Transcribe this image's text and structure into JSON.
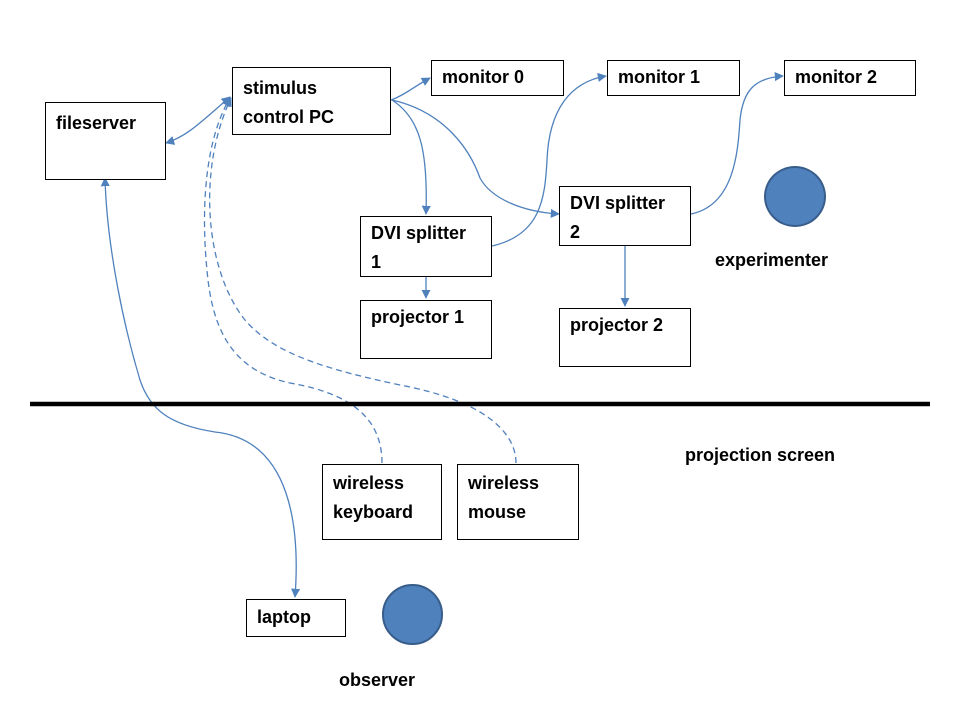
{
  "nodes": {
    "fileserver": "fileserver",
    "stimulus_pc": "stimulus\ncontrol PC",
    "monitor0": "monitor 0",
    "monitor1": "monitor 1",
    "monitor2": "monitor 2",
    "dvi_splitter1": "DVI splitter\n1",
    "dvi_splitter2": "DVI splitter\n2",
    "projector1": "projector 1",
    "projector2": "projector 2",
    "wireless_keyboard": "wireless\nkeyboard",
    "wireless_mouse": "wireless\nmouse",
    "laptop": "laptop"
  },
  "labels": {
    "experimenter": "experimenter",
    "observer": "observer",
    "projection_screen": "projection screen"
  },
  "colors": {
    "connector": "#4f81bd",
    "person_fill": "#4f81bd",
    "person_border": "#385d8a",
    "screen_line": "#000000"
  },
  "edges": [
    {
      "from": "fileserver",
      "to": "stimulus_pc",
      "style": "solid",
      "arrows": "both"
    },
    {
      "from": "stimulus_pc",
      "to": "monitor0",
      "style": "solid",
      "arrows": "end"
    },
    {
      "from": "stimulus_pc",
      "to": "dvi_splitter1",
      "style": "solid",
      "arrows": "end"
    },
    {
      "from": "stimulus_pc",
      "to": "dvi_splitter2",
      "style": "solid",
      "arrows": "end"
    },
    {
      "from": "dvi_splitter1",
      "to": "monitor1",
      "style": "solid",
      "arrows": "end"
    },
    {
      "from": "dvi_splitter1",
      "to": "projector1",
      "style": "solid",
      "arrows": "end"
    },
    {
      "from": "dvi_splitter2",
      "to": "monitor2",
      "style": "solid",
      "arrows": "end"
    },
    {
      "from": "dvi_splitter2",
      "to": "projector2",
      "style": "solid",
      "arrows": "end"
    },
    {
      "from": "wireless_keyboard",
      "to": "stimulus_pc",
      "style": "dashed",
      "arrows": "end"
    },
    {
      "from": "wireless_mouse",
      "to": "stimulus_pc",
      "style": "dashed",
      "arrows": "end"
    },
    {
      "from": "laptop",
      "to": "fileserver",
      "style": "solid",
      "arrows": "both"
    }
  ]
}
